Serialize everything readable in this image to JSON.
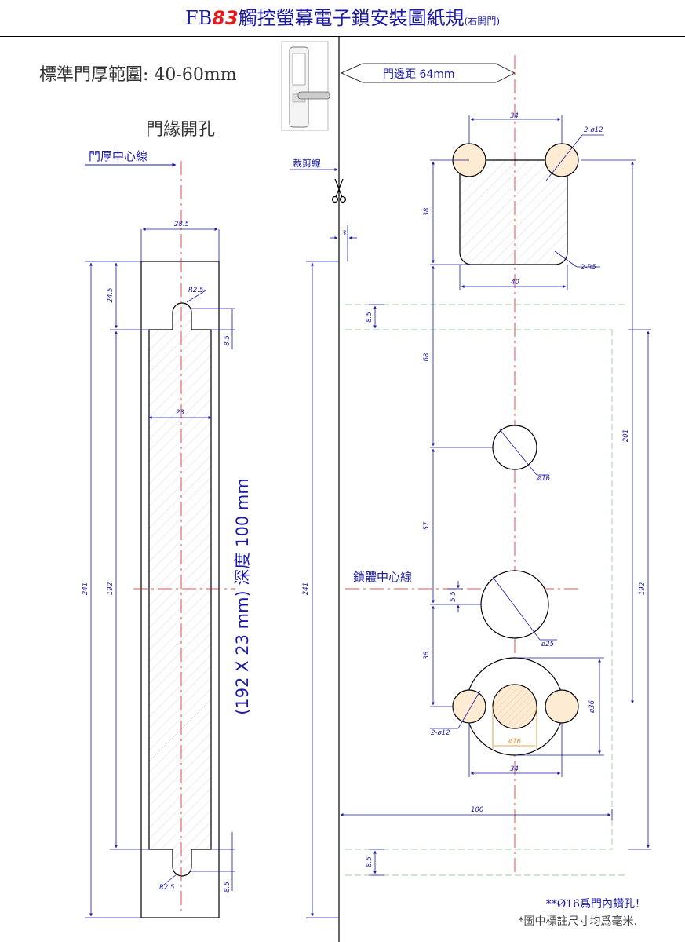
{
  "title": {
    "prefix": "FB",
    "model": "83",
    "main": "觸控螢幕電子鎖安裝圖紙規",
    "sub": "(右開門)"
  },
  "labels": {
    "door_thickness": "標準門厚範圍: 40-60mm",
    "edge_hole": "門緣開孔",
    "thickness_centerline": "門厚中心線",
    "cut_line": "裁剪線",
    "backset": "門邊距  64mm",
    "body_centerline": "鎖體中心線",
    "mortise_size": "(192 X 23 mm)  深度 100 mm"
  },
  "dimensions": {
    "left": [
      "28.5",
      "24.5",
      "R2.5",
      "8.5",
      "23",
      "241",
      "192",
      "R2.5",
      "8.5"
    ],
    "middle": [
      "3",
      "241"
    ],
    "right": [
      "34",
      "2-ø12",
      "38",
      "2-R5",
      "40",
      "8.5",
      "68",
      "ø16",
      "201",
      "57",
      "5.5",
      "ø25",
      "192",
      "38",
      "ø36",
      "2-ø12",
      "ø16",
      "34",
      "100",
      "8.5"
    ]
  },
  "notes": {
    "drill": "**Ø16爲門內鑽孔！",
    "units": "*圖中標註尺寸均爲毫米."
  },
  "colors": {
    "blue": "#1a1aa6",
    "red": "#e31b1b",
    "orange": "#e08a1e",
    "hole_fill": "#fdebd3",
    "green_dash": "#7fbf7f"
  }
}
